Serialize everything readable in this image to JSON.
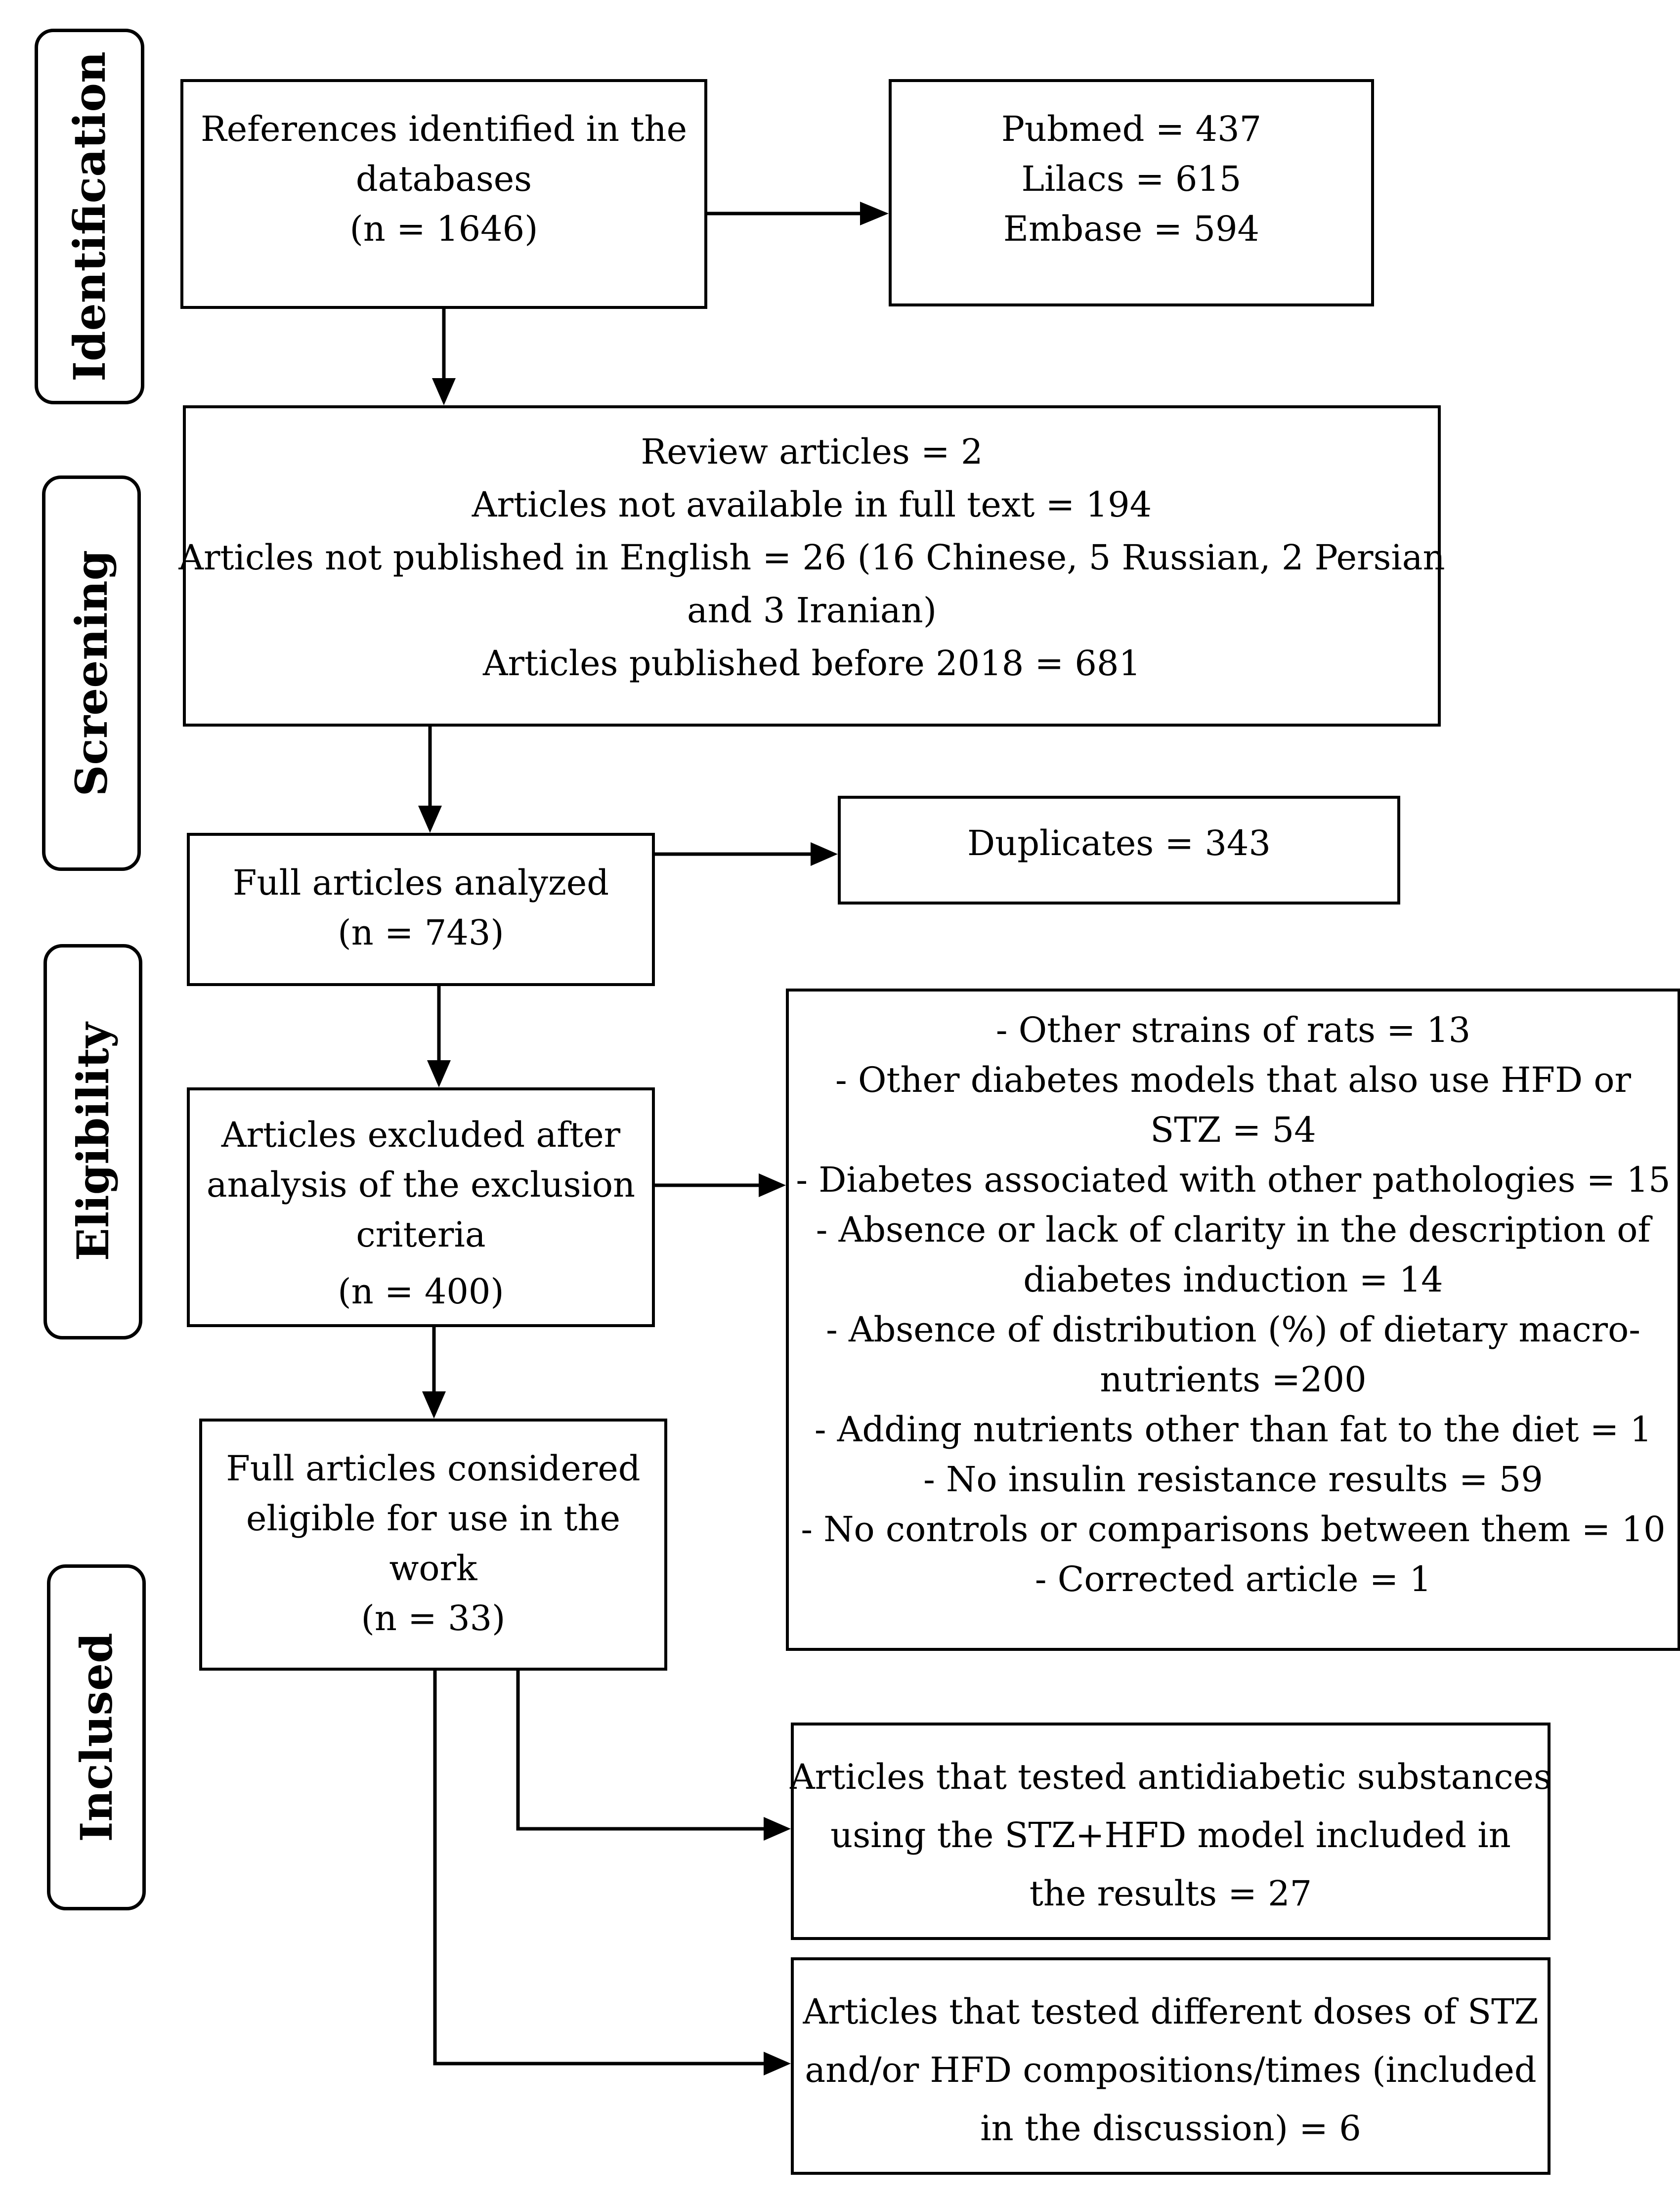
{
  "stages": {
    "identification": "Identification",
    "screening": "Screening",
    "eligibility": "Eligibility",
    "included": "Inclused"
  },
  "boxes": {
    "identified": [
      "References identified in the",
      "databases",
      "(n = 1646)"
    ],
    "databases": [
      "Pubmed = 437",
      "Lilacs = 615",
      "Embase = 594"
    ],
    "screening": [
      "Review articles = 2",
      "Articles not available in full text = 194",
      "Articles not published in English = 26 (16 Chinese, 5 Russian, 2 Persian",
      "and 3 Iranian)",
      "Articles published before 2018 = 681"
    ],
    "full_analyzed": [
      "Full articles analyzed",
      "(n = 743)"
    ],
    "duplicates": [
      "Duplicates = 343"
    ],
    "excluded": [
      "Articles excluded after",
      "analysis of the exclusion",
      "criteria",
      "(n = 400)"
    ],
    "exclusion_reasons": [
      "- Other strains of rats = 13",
      "- Other diabetes models that also use HFD or",
      "STZ = 54",
      "- Diabetes associated with other pathologies = 15",
      "- Absence or lack of clarity in the description of",
      "diabetes induction = 14",
      "- Absence of distribution (%) of dietary macro-",
      "nutrients =200",
      "- Adding nutrients other than fat to the diet = 1",
      "- No insulin resistance results = 59",
      "- No controls or comparisons between them = 10",
      "- Corrected article = 1"
    ],
    "eligible": [
      "Full articles considered",
      "eligible for use in the",
      "work",
      "(n = 33)"
    ],
    "antidiabetic": [
      "Articles that tested antidiabetic substances",
      "using the STZ+HFD model included in",
      "the results = 27"
    ],
    "doses": [
      "Articles that tested different doses of STZ",
      "and/or HFD compositions/times (included",
      "in the discussion) = 6"
    ]
  }
}
